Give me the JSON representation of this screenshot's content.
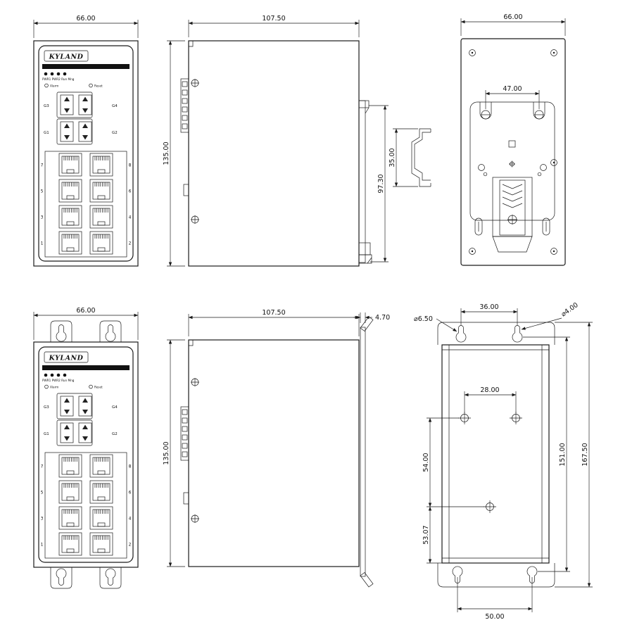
{
  "panel": {
    "brand": "KYLAND",
    "led_labels": "PWR1 PWR2 Run Mng",
    "alarm_label": "Alarm",
    "reset_label": "Reset",
    "sfp": {
      "top_left": "G3",
      "top_right": "G4",
      "bottom_left": "G1",
      "bottom_right": "G2"
    },
    "port_rows": [
      {
        "left": "7",
        "right": "8"
      },
      {
        "left": "5",
        "right": "6"
      },
      {
        "left": "3",
        "right": "4"
      },
      {
        "left": "1",
        "right": "2"
      }
    ]
  },
  "views": {
    "front_din": {
      "width": "66.00"
    },
    "side_din": {
      "width": "107.50",
      "height": "135.00",
      "clip_span": "97.30",
      "rail_height": "35.00"
    },
    "rear_din": {
      "width": "66.00",
      "screw_spacing": "47.00"
    },
    "front_wall": {
      "width": "66.00"
    },
    "side_wall": {
      "width": "107.50",
      "height": "135.00",
      "bracket_thickness": "4.70"
    },
    "rear_wall": {
      "top_keyhole_spacing": "36.00",
      "keyhole_slot_dia": "⌀4.00",
      "keyhole_hole_dia": "⌀6.50",
      "screw_spacing": "28.00",
      "upper_screw_span": "54.00",
      "lower_screw_span": "53.07",
      "keyhole_span": "151.00",
      "overall_height": "167.50",
      "bottom_keyhole_spacing": "50.00"
    }
  }
}
